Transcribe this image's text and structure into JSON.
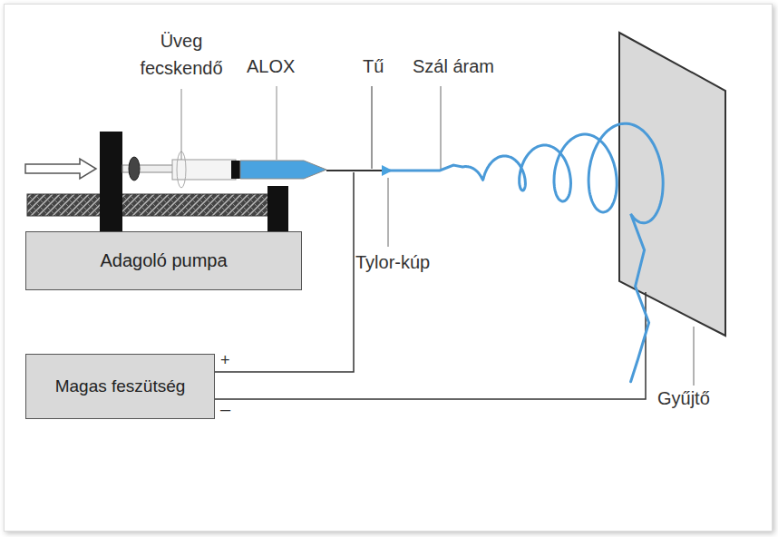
{
  "diagram": {
    "nodes": [
      {
        "text": [
          "Adagoló pumpa"
        ]
      },
      {
        "text": [
          "Magas feszütség"
        ]
      }
    ],
    "labels": [
      "Üveg fecskendő",
      "ALOX",
      "Tű",
      "Szál áram",
      "Tylor-kúp",
      "+",
      "–",
      "Gyűjtő"
    ]
  }
}
